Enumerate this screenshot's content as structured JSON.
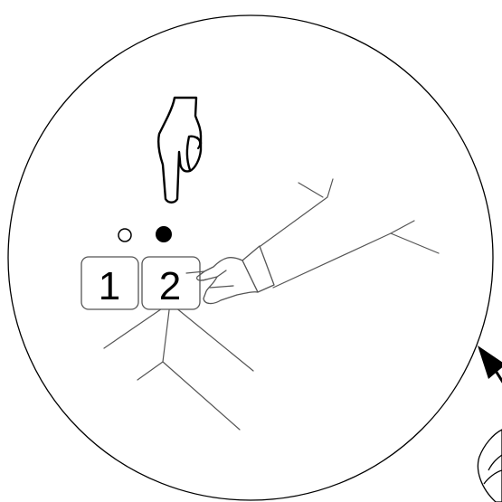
{
  "buttons": [
    {
      "label": "1",
      "indicator": "off"
    },
    {
      "label": "2",
      "indicator": "on"
    }
  ],
  "icons": {
    "pointing_hand": "pointing-down-hand-icon",
    "pressing_hand": "pressing-hand-icon",
    "arrow": "arrow-icon"
  },
  "colors": {
    "line": "#000000",
    "panel_line": "#555555",
    "button_fill": "#ffffff",
    "led_on": "#000000",
    "led_off": "#ffffff"
  }
}
